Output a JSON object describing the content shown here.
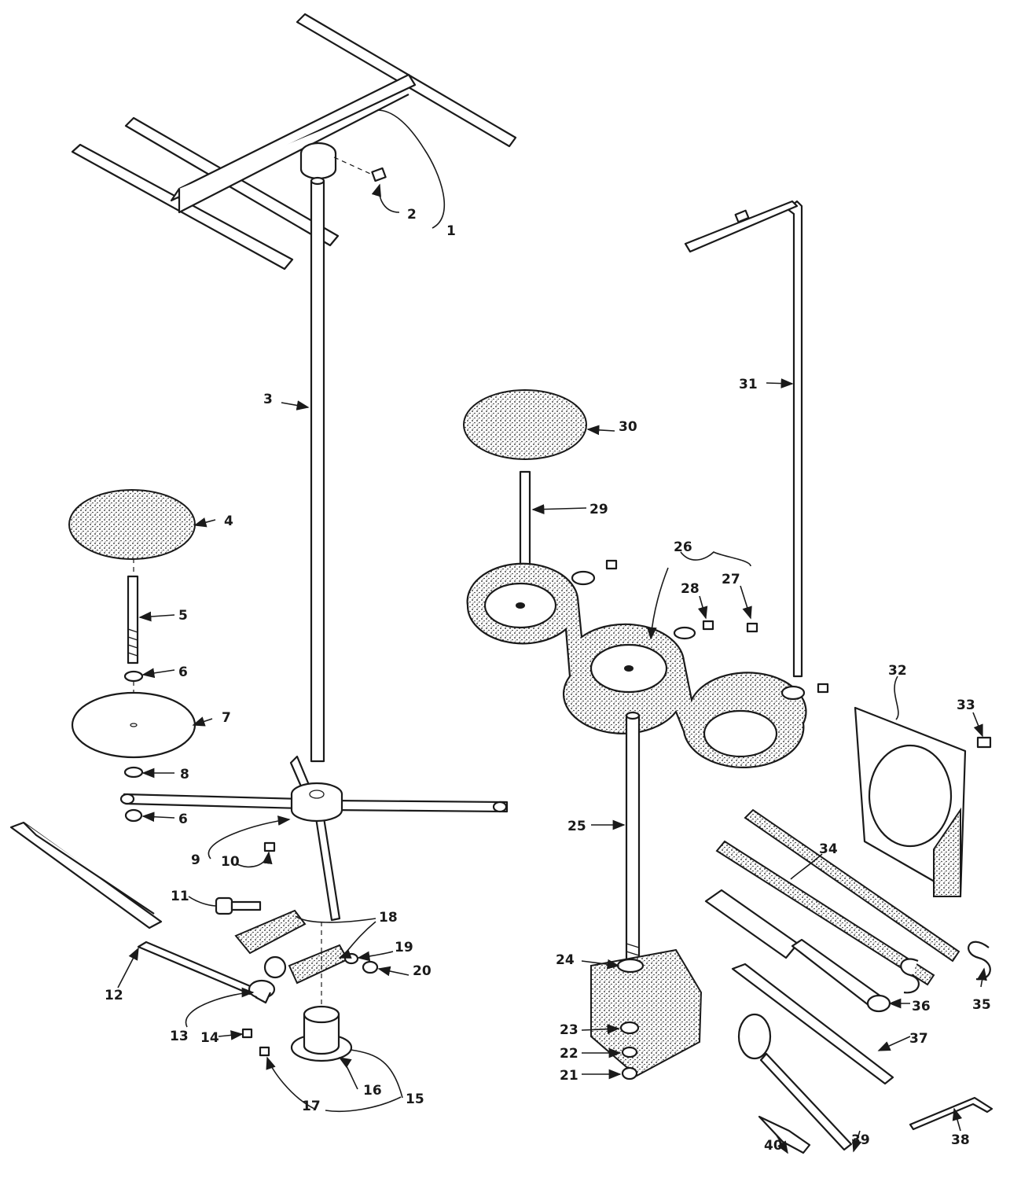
{
  "labels": [
    "1",
    "2",
    "3",
    "4",
    "5",
    "6",
    "6",
    "7",
    "8",
    "9",
    "10",
    "11",
    "12",
    "13",
    "14",
    "15",
    "16",
    "17",
    "18",
    "19",
    "20",
    "21",
    "22",
    "23",
    "24",
    "25",
    "26",
    "27",
    "28",
    "29",
    "30",
    "31",
    "32",
    "33",
    "34",
    "35",
    "36",
    "37",
    "38",
    "39",
    "40"
  ],
  "colors": {
    "ink": "#1a1a1a",
    "paper": "#ffffff",
    "stipple": "#bfbfbf"
  }
}
